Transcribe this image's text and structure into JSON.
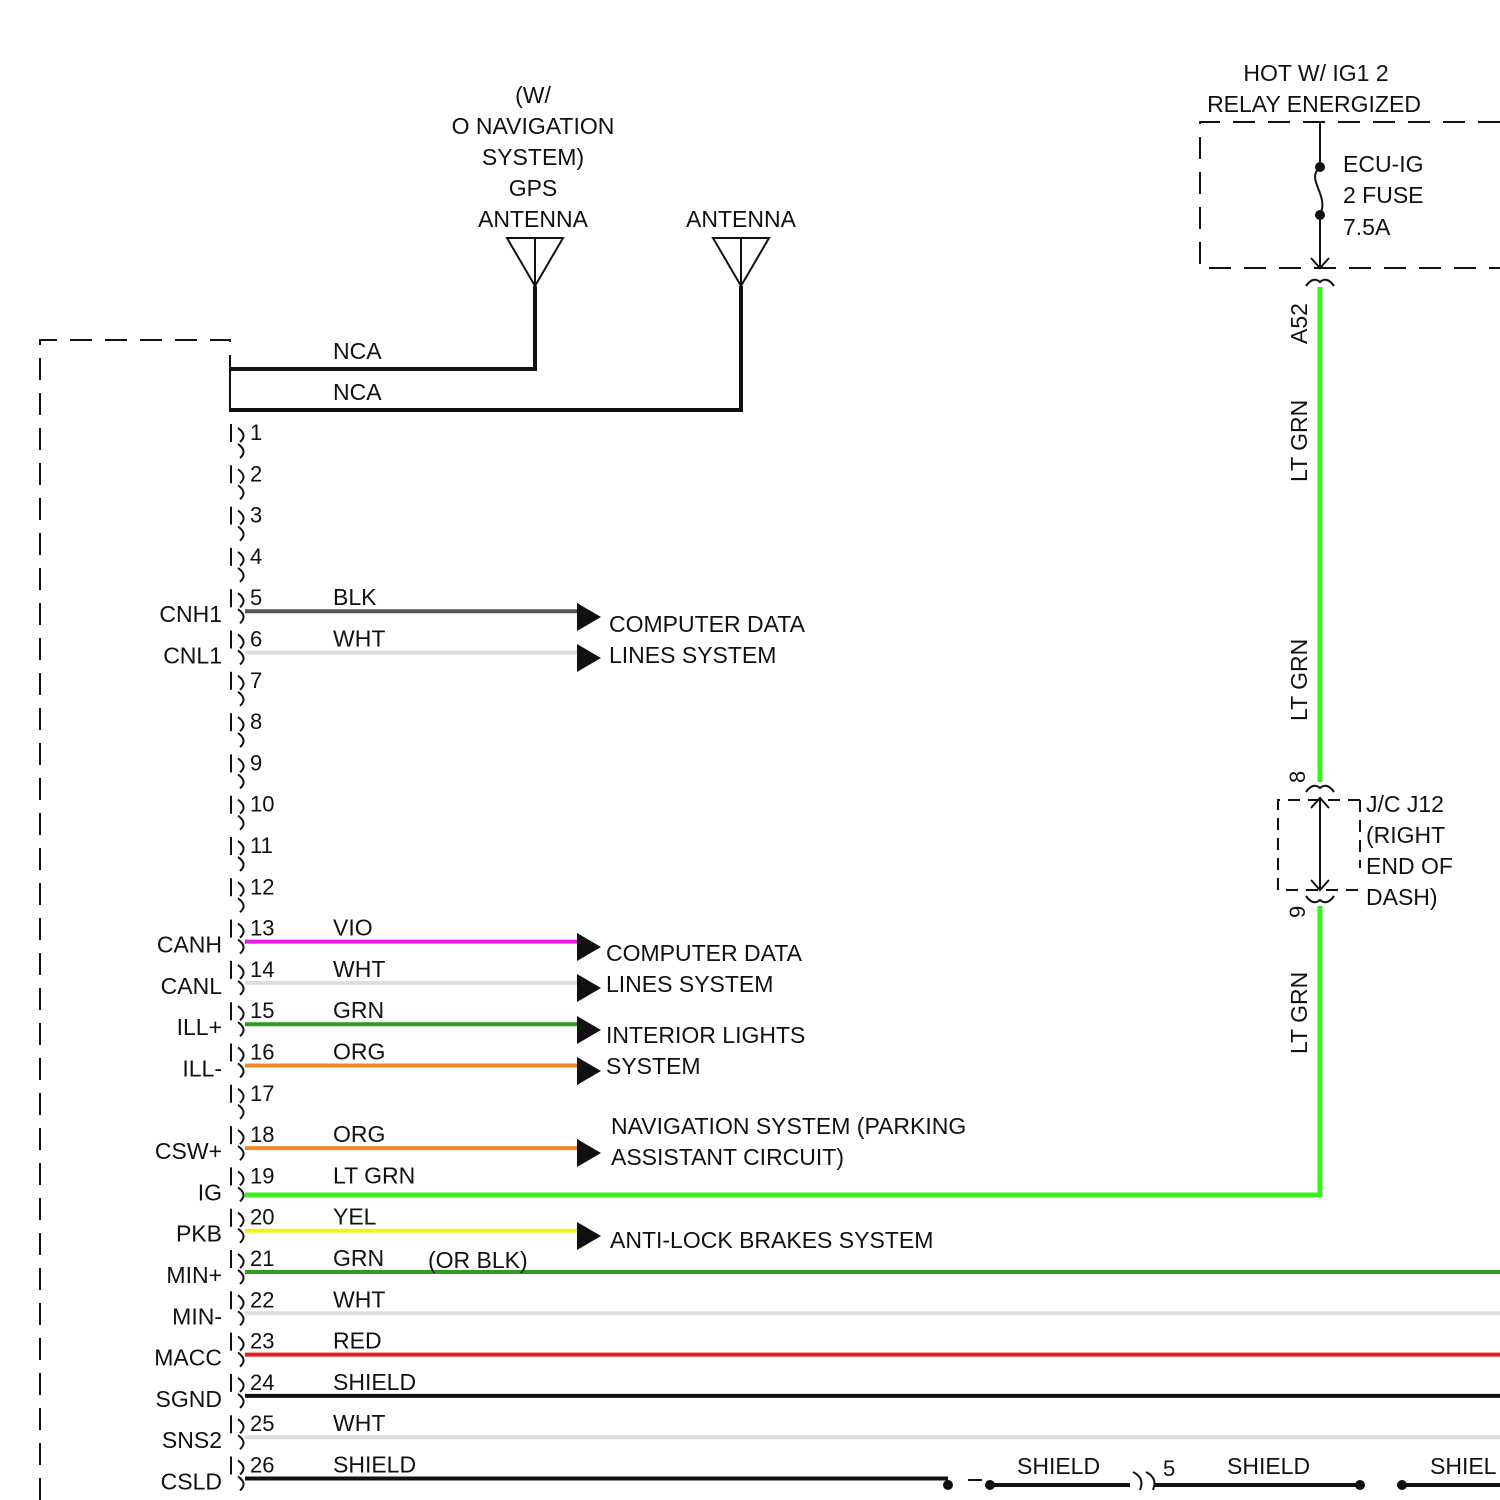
{
  "top": {
    "gps_note": [
      "(W/",
      "O NAVIGATION",
      "SYSTEM)",
      "GPS",
      "ANTENNA"
    ],
    "antenna_label": "ANTENNA",
    "hot_label": [
      "HOT W/ IG1 2",
      "RELAY ENERGIZED"
    ],
    "fuse_label": [
      "ECU-IG",
      "2 FUSE",
      "7.5A"
    ]
  },
  "antenna_wires": [
    {
      "label": "NCA"
    },
    {
      "label": "NCA"
    }
  ],
  "connector_pins": [
    {
      "pin": "1",
      "signal": "",
      "wire_color_name": "",
      "color": ""
    },
    {
      "pin": "2",
      "signal": "",
      "wire_color_name": "",
      "color": ""
    },
    {
      "pin": "3",
      "signal": "",
      "wire_color_name": "",
      "color": ""
    },
    {
      "pin": "4",
      "signal": "",
      "wire_color_name": "",
      "color": ""
    },
    {
      "pin": "5",
      "signal": "CNH1",
      "wire_color_name": "BLK",
      "color": "#555555"
    },
    {
      "pin": "6",
      "signal": "CNL1",
      "wire_color_name": "WHT",
      "color": "#dddddd"
    },
    {
      "pin": "7",
      "signal": "",
      "wire_color_name": "",
      "color": ""
    },
    {
      "pin": "8",
      "signal": "",
      "wire_color_name": "",
      "color": ""
    },
    {
      "pin": "9",
      "signal": "",
      "wire_color_name": "",
      "color": ""
    },
    {
      "pin": "10",
      "signal": "",
      "wire_color_name": "",
      "color": ""
    },
    {
      "pin": "11",
      "signal": "",
      "wire_color_name": "",
      "color": ""
    },
    {
      "pin": "12",
      "signal": "",
      "wire_color_name": "",
      "color": ""
    },
    {
      "pin": "13",
      "signal": "CANH",
      "wire_color_name": "VIO",
      "color": "#e81be8"
    },
    {
      "pin": "14",
      "signal": "CANL",
      "wire_color_name": "WHT",
      "color": "#dddddd"
    },
    {
      "pin": "15",
      "signal": "ILL+",
      "wire_color_name": "GRN",
      "color": "#2e9a1e"
    },
    {
      "pin": "16",
      "signal": "ILL-",
      "wire_color_name": "ORG",
      "color": "#ef8a22"
    },
    {
      "pin": "17",
      "signal": "",
      "wire_color_name": "",
      "color": ""
    },
    {
      "pin": "18",
      "signal": "CSW+",
      "wire_color_name": "ORG",
      "color": "#ef8a22"
    },
    {
      "pin": "19",
      "signal": "IG",
      "wire_color_name": "LT GRN",
      "color": "#39f01e"
    },
    {
      "pin": "20",
      "signal": "PKB",
      "wire_color_name": "YEL",
      "color": "#f2f21c"
    },
    {
      "pin": "21",
      "signal": "MIN+",
      "wire_color_name": "GRN",
      "color": "#2e9a1e"
    },
    {
      "pin": "22",
      "signal": "MIN-",
      "wire_color_name": "WHT",
      "color": "#dddddd"
    },
    {
      "pin": "23",
      "signal": "MACC",
      "wire_color_name": "RED",
      "color": "#e81c1c"
    },
    {
      "pin": "24",
      "signal": "SGND",
      "wire_color_name": "SHIELD",
      "color": "#111111"
    },
    {
      "pin": "25",
      "signal": "SNS2",
      "wire_color_name": "WHT",
      "color": "#dddddd"
    },
    {
      "pin": "26",
      "signal": "CSLD",
      "wire_color_name": "SHIELD",
      "color": "#111111"
    }
  ],
  "wire21_note": "(OR BLK)",
  "destinations": {
    "can_lines_1": [
      "COMPUTER DATA",
      "LINES SYSTEM"
    ],
    "can_lines_2": [
      "COMPUTER DATA",
      "LINES SYSTEM"
    ],
    "interior_lights": [
      "INTERIOR LIGHTS",
      "SYSTEM"
    ],
    "navigation": [
      "NAVIGATION SYSTEM (PARKING",
      "ASSISTANT CIRCUIT)"
    ],
    "abs": "ANTI-LOCK BRAKES SYSTEM"
  },
  "ig_circuit": {
    "connector_top": "A52",
    "wire_labels": [
      "LT GRN",
      "LT GRN",
      "LT GRN"
    ],
    "jc_pin_in": "8",
    "jc_pin_out": "9",
    "jc_label": [
      "J/C J12",
      "(RIGHT",
      "END OF",
      "DASH)"
    ]
  },
  "shield_row": {
    "labels": [
      "SHIELD",
      "SHIELD",
      "SHIEL"
    ],
    "pin": "5"
  }
}
